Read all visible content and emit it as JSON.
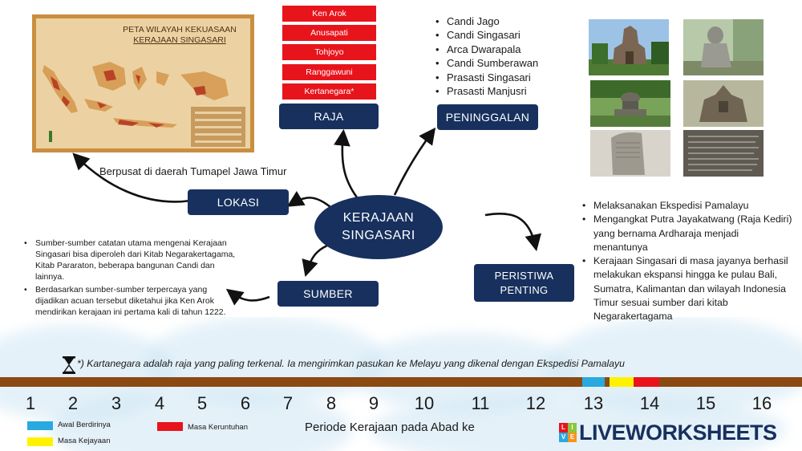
{
  "map": {
    "title_line1": "PETA WILAYAH KEKUASAAN",
    "title_line2": "KERAJAAN SINGASARI"
  },
  "raja": {
    "kings": [
      "Ken Arok",
      "Anusapati",
      "Tohjoyo",
      "Ranggawuni",
      "Kertanegara*"
    ],
    "label": "RAJA"
  },
  "peninggalan": {
    "items": [
      "Candi Jago",
      "Candi Singasari",
      "Arca Dwarapala",
      "Candi Sumberawan",
      "Prasasti Singasari",
      "Prasasti Manjusri"
    ],
    "label": "PENINGGALAN"
  },
  "center": {
    "line1": "KERAJAAN",
    "line2": "SINGASARI"
  },
  "lokasi": {
    "label": "LOKASI",
    "text": "Berpusat di daerah Tumapel Jawa Timur"
  },
  "sumber": {
    "label": "SUMBER",
    "bullets": [
      "Sumber-sumber catatan utama mengenai Kerajaan Singasari bisa diperoleh dari Kitab Negarakertagama, Kitab Pararaton, beberapa bangunan Candi dan lainnya.",
      "Berdasarkan sumber-sumber terpercaya yang dijadikan acuan tersebut diketahui jika Ken Arok mendirikan kerajaan ini pertama kali di tahun 1222."
    ]
  },
  "peristiwa": {
    "label_line1": "PERISTIWA",
    "label_line2": "PENTING",
    "bullets": [
      "Melaksanakan Ekspedisi Pamalayu",
      "Mengangkat Putra Jayakatwang (Raja Kediri) yang bernama Ardharaja menjadi menantunya",
      "Kerajaan Singasari di masa jayanya berhasil melakukan ekspansi hingga ke pulau Bali, Sumatra, Kalimantan dan wilayah Indonesia Timur sesuai sumber dari kitab Negarakertagama"
    ]
  },
  "note": {
    "text": "*) Kartanegara adalah raja yang paling terkenal. Ia mengirimkan pasukan ke Melayu yang dikenal dengan Ekspedisi Pamalayu"
  },
  "timeline": {
    "centuries": [
      "1",
      "2",
      "3",
      "4",
      "5",
      "6",
      "7",
      "8",
      "9",
      "10",
      "11",
      "12",
      "13",
      "14",
      "15",
      "16"
    ],
    "caption": "Periode Kerajaan pada Abad ke",
    "colors": {
      "bar": "#8a4a12",
      "awal": "#29a9e0",
      "kejayaan": "#fff200",
      "keruntuhan": "#e8141c"
    },
    "legend": {
      "awal": "Awal Berdirinya",
      "kejayaan": "Masa Kejayaan",
      "keruntuhan": "Masa Keruntuhan"
    }
  },
  "brand": {
    "logo_letters": [
      "L",
      "I",
      "V",
      "E"
    ],
    "name": "LIVEWORKSHEETS"
  },
  "colors": {
    "navy": "#17305e",
    "red": "#e8141c",
    "map_frame": "#c98f3f"
  }
}
